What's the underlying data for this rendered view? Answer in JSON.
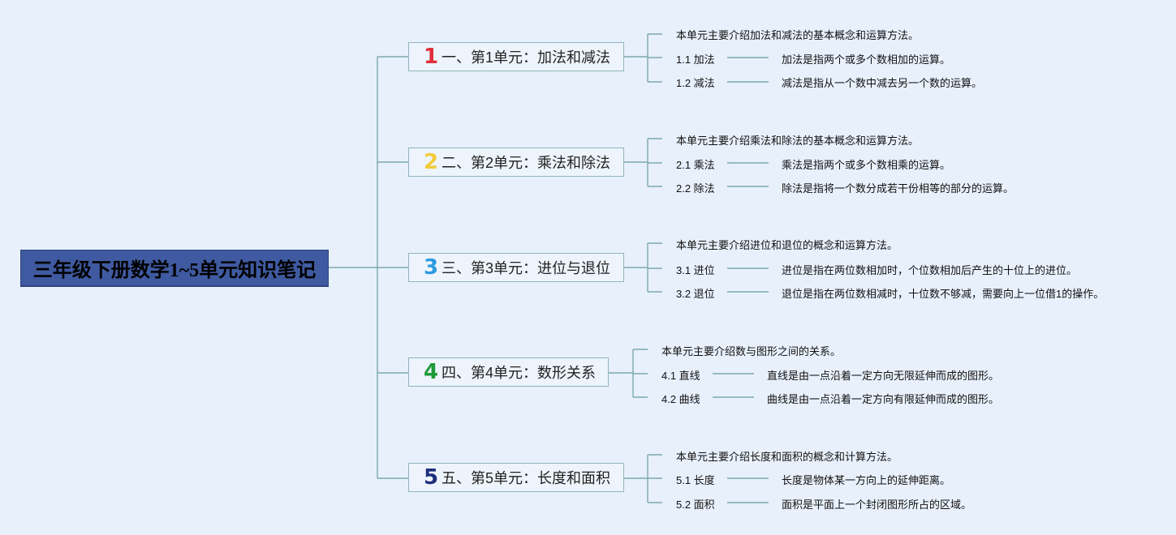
{
  "root": {
    "title": "三年级下册数学1~5单元知识笔记"
  },
  "units": [
    {
      "number": "1",
      "color": "#e0303c",
      "title": "一、第1单元：加法和减法",
      "intro": "本单元主要介绍加法和减法的基本概念和运算方法。",
      "items": [
        {
          "label": "1.1 加法",
          "desc": "加法是指两个或多个数相加的运算。"
        },
        {
          "label": "1.2 减法",
          "desc": "减法是指从一个数中减去另一个数的运算。"
        }
      ]
    },
    {
      "number": "2",
      "color": "#f2cc3d",
      "title": "二、第2单元：乘法和除法",
      "intro": "本单元主要介绍乘法和除法的基本概念和运算方法。",
      "items": [
        {
          "label": "2.1 乘法",
          "desc": "乘法是指两个或多个数相乘的运算。"
        },
        {
          "label": "2.2 除法",
          "desc": "除法是指将一个数分成若干份相等的部分的运算。"
        }
      ]
    },
    {
      "number": "3",
      "color": "#2a9be0",
      "title": "三、第3单元：进位与退位",
      "intro": "本单元主要介绍进位和退位的概念和运算方法。",
      "items": [
        {
          "label": "3.1 进位",
          "desc": "进位是指在两位数相加时，个位数相加后产生的十位上的进位。"
        },
        {
          "label": "3.2 退位",
          "desc": "退位是指在两位数相减时，十位数不够减，需要向上一位借1的操作。"
        }
      ]
    },
    {
      "number": "4",
      "color": "#1f9a3a",
      "title": "四、第4单元：数形关系",
      "intro": "本单元主要介绍数与图形之间的关系。",
      "items": [
        {
          "label": "4.1 直线",
          "desc": "直线是由一点沿着一定方向无限延伸而成的图形。"
        },
        {
          "label": "4.2 曲线",
          "desc": "曲线是由一点沿着一定方向有限延伸而成的图形。"
        }
      ]
    },
    {
      "number": "5",
      "color": "#1e2f7a",
      "title": "五、第5单元：长度和面积",
      "intro": "本单元主要介绍长度和面积的概念和计算方法。",
      "items": [
        {
          "label": "5.1 长度",
          "desc": "长度是物体某一方向上的延伸距离。"
        },
        {
          "label": "5.2 面积",
          "desc": "面积是平面上一个封闭图形所占的区域。"
        }
      ]
    }
  ]
}
